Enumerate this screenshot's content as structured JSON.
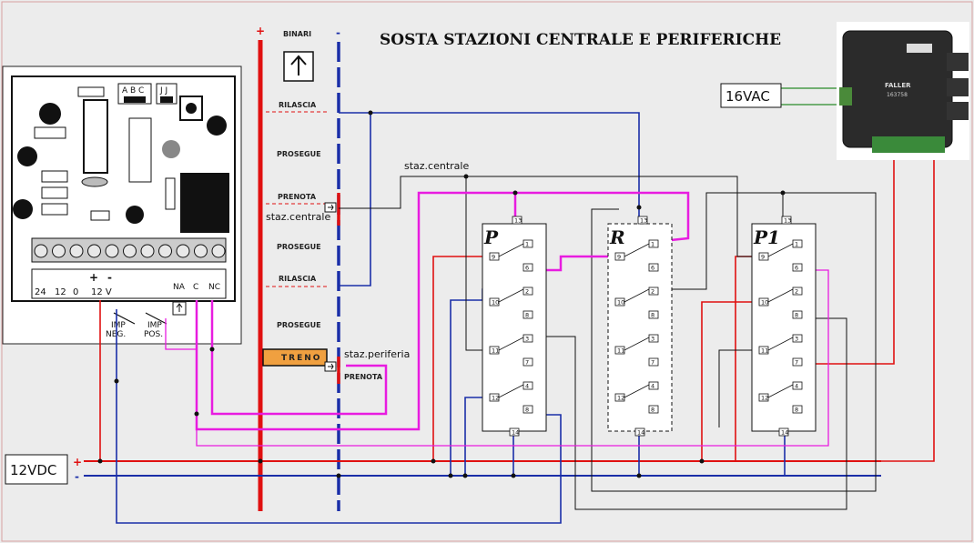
{
  "title": "SOSTA STAZIONI CENTRALE E PERIFERICHE",
  "track": {
    "plus": "+",
    "minus": "-",
    "binari": "BINARI",
    "rilascia_1": "RILASCIA",
    "prosegue_1": "PROSEGUE",
    "prenota_1": "PRENOTA",
    "staz_centrale_track": "staz.centrale",
    "prosegue_2": "PROSEGUE",
    "rilascia_2": "RILASCIA",
    "prosegue_3": "PROSEGUE",
    "treno": "TRENO",
    "staz_periferia": "staz.periferia",
    "prenota_2": "PRENOTA"
  },
  "wire_label_staz_centrale": "staz.centrale",
  "power": {
    "vac_label": "16VAC",
    "vdc_label": "12VDC",
    "plus": "+",
    "minus": "-"
  },
  "board": {
    "jumper_abc": "A B C",
    "jumper_jj": "J J",
    "terminals": [
      "24",
      "12",
      "0",
      "+",
      "-",
      "",
      "",
      "NA",
      "C",
      "NC"
    ],
    "v12": "12 V",
    "imp_neg": "IMP\nNEG.",
    "imp_pos": "IMP\nPOS."
  },
  "relays": [
    {
      "name": "P",
      "pins": [
        "13",
        "1",
        "9",
        "6",
        "2",
        "10",
        "8",
        "3",
        "11",
        "7",
        "4",
        "12",
        "8",
        "14"
      ]
    },
    {
      "name": "R",
      "pins": [
        "13",
        "1",
        "9",
        "6",
        "2",
        "10",
        "8",
        "3",
        "11",
        "7",
        "4",
        "12",
        "8",
        "14"
      ]
    },
    {
      "name": "P1",
      "pins": [
        "13",
        "1",
        "9",
        "6",
        "2",
        "10",
        "8",
        "3",
        "11",
        "7",
        "4",
        "12",
        "8",
        "14"
      ]
    }
  ],
  "module": {
    "brand": "FALLER",
    "code": "163758"
  },
  "colors": {
    "red": "#e01010",
    "blue": "#1a2ea8",
    "magenta": "#e81ce0",
    "black": "#111111",
    "green": "#2a8a2a"
  }
}
